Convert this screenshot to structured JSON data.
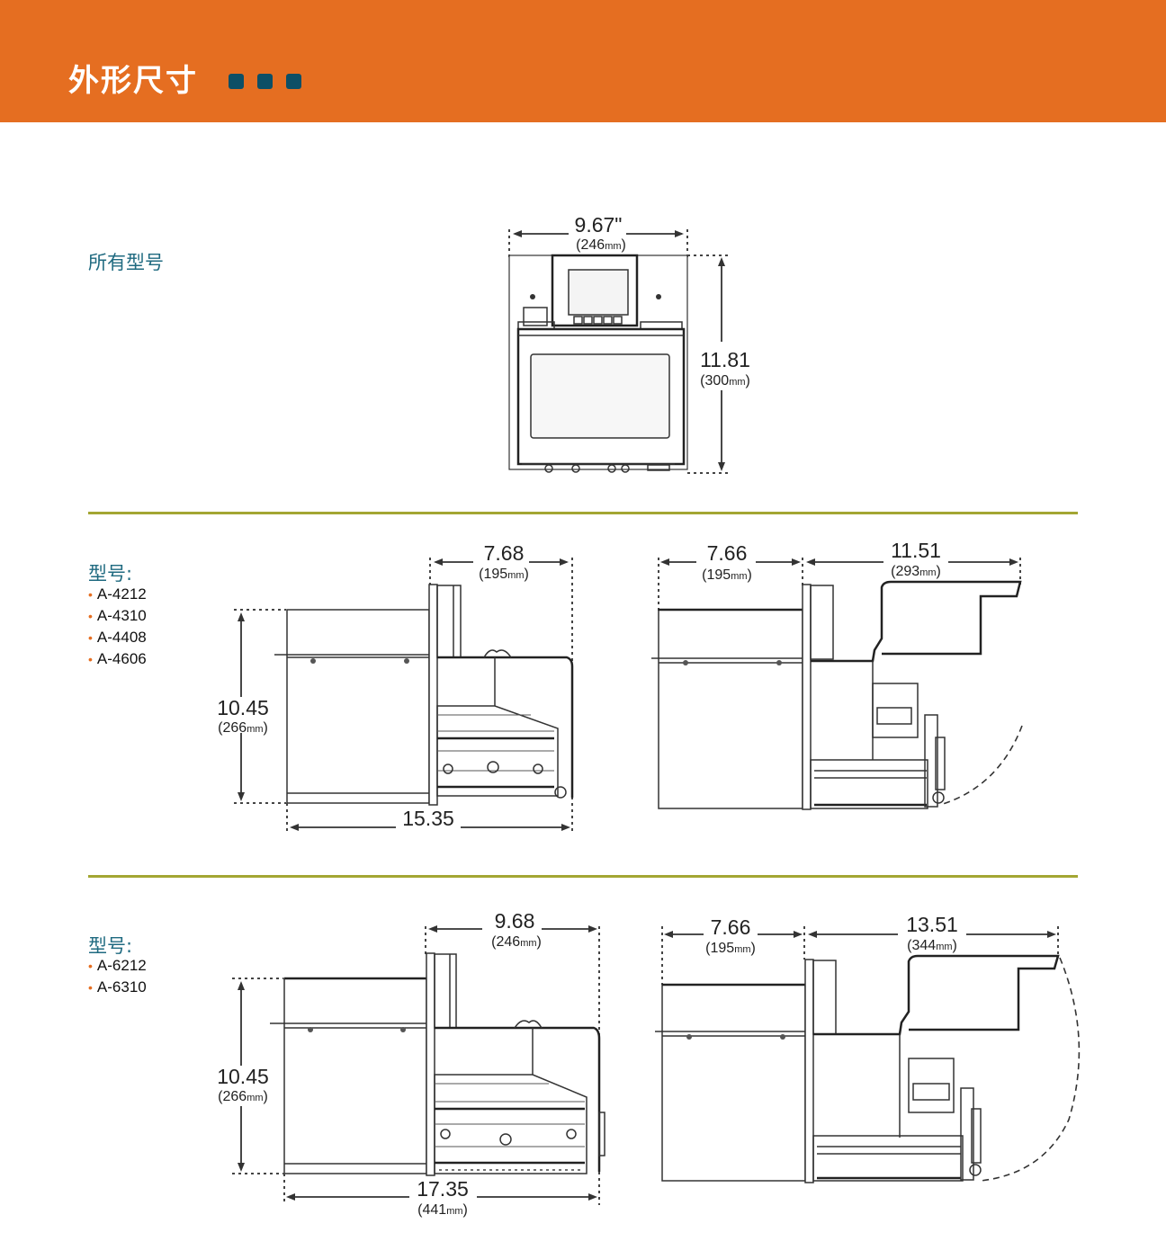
{
  "header": {
    "title": "外形尺寸",
    "accent_color": "#e56e21",
    "dot_color": "#0d4f66",
    "dot_count": 3
  },
  "divider_color": "#a3a633",
  "sections": [
    {
      "label": "所有型号",
      "models": [],
      "views": [
        {
          "view": "front",
          "dimensions": {
            "width": {
              "inches": "9.67\"",
              "mm": "(246",
              "unit": "mm",
              "close": ")"
            },
            "height": {
              "inches": "11.81",
              "mm": "(300",
              "unit": "mm",
              "close": ")"
            }
          }
        }
      ]
    },
    {
      "label": "型号:",
      "models": [
        "A-4212",
        "A-4310",
        "A-4408",
        "A-4606"
      ],
      "views": [
        {
          "view": "side-closed",
          "dimensions": {
            "top": {
              "inches": "7.68",
              "mm": "(195",
              "unit": "mm",
              "close": ")"
            },
            "height": {
              "inches": "10.45",
              "mm": "(266",
              "unit": "mm",
              "close": ")"
            },
            "length": {
              "inches": "15.35"
            }
          }
        },
        {
          "view": "side-open",
          "dimensions": {
            "left": {
              "inches": "7.66",
              "mm": "(195",
              "unit": "mm",
              "close": ")"
            },
            "right": {
              "inches": "11.51",
              "mm": "(293",
              "unit": "mm",
              "close": ")"
            }
          }
        }
      ]
    },
    {
      "label": "型号:",
      "models": [
        "A-6212",
        "A-6310"
      ],
      "views": [
        {
          "view": "side-closed",
          "dimensions": {
            "top": {
              "inches": "9.68",
              "mm": "(246",
              "unit": "mm",
              "close": ")"
            },
            "height": {
              "inches": "10.45",
              "mm": "(266",
              "unit": "mm",
              "close": ")"
            },
            "length": {
              "inches": "17.35",
              "mm": "(441",
              "unit": "mm",
              "close": ")"
            }
          }
        },
        {
          "view": "side-open",
          "dimensions": {
            "left": {
              "inches": "7.66",
              "mm": "(195",
              "unit": "mm",
              "close": ")"
            },
            "right": {
              "inches": "13.51",
              "mm": "(344",
              "unit": "mm",
              "close": ")"
            }
          }
        }
      ]
    }
  ]
}
